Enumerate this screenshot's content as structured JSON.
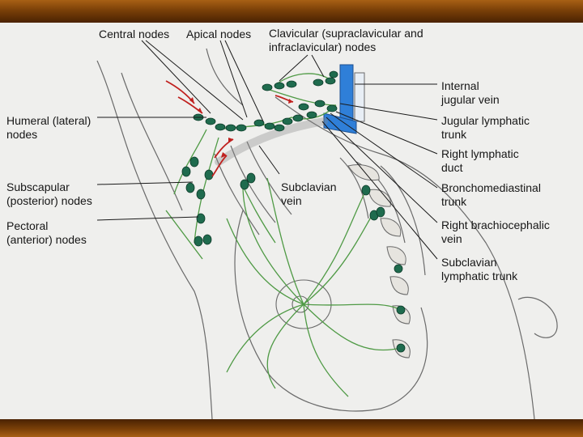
{
  "labels": {
    "central_nodes": "Central nodes",
    "apical_nodes": "Apical nodes",
    "clavicular_1": "Clavicular (supraclavicular and",
    "clavicular_2": "infraclavicular) nodes",
    "humeral_1": "Humeral (lateral)",
    "humeral_2": "nodes",
    "subscapular_1": "Subscapular",
    "subscapular_2": "(posterior) nodes",
    "pectoral_1": "Pectoral",
    "pectoral_2": "(anterior) nodes",
    "subclavian_vein_1": "Subclavian",
    "subclavian_vein_2": "vein",
    "internal_jugular_1": "Internal",
    "internal_jugular_2": "jugular vein",
    "jugular_trunk_1": "Jugular lymphatic",
    "jugular_trunk_2": "trunk",
    "right_duct_1": "Right lymphatic",
    "right_duct_2": "duct",
    "broncho_1": "Bronchomediastinal",
    "broncho_2": "trunk",
    "brachio_1": "Right brachiocephalic",
    "brachio_2": "vein",
    "subclavian_trunk_1": "Subclavian",
    "subclavian_trunk_2": "lymphatic trunk"
  },
  "colors": {
    "frame_brown": "#7a4008",
    "node_green": "#1f6b4e",
    "vessel_green": "#4f9a45",
    "vein_blue": "#2f7fd8",
    "arrow_red": "#c0201e",
    "line_art": "#5a5a5a"
  }
}
